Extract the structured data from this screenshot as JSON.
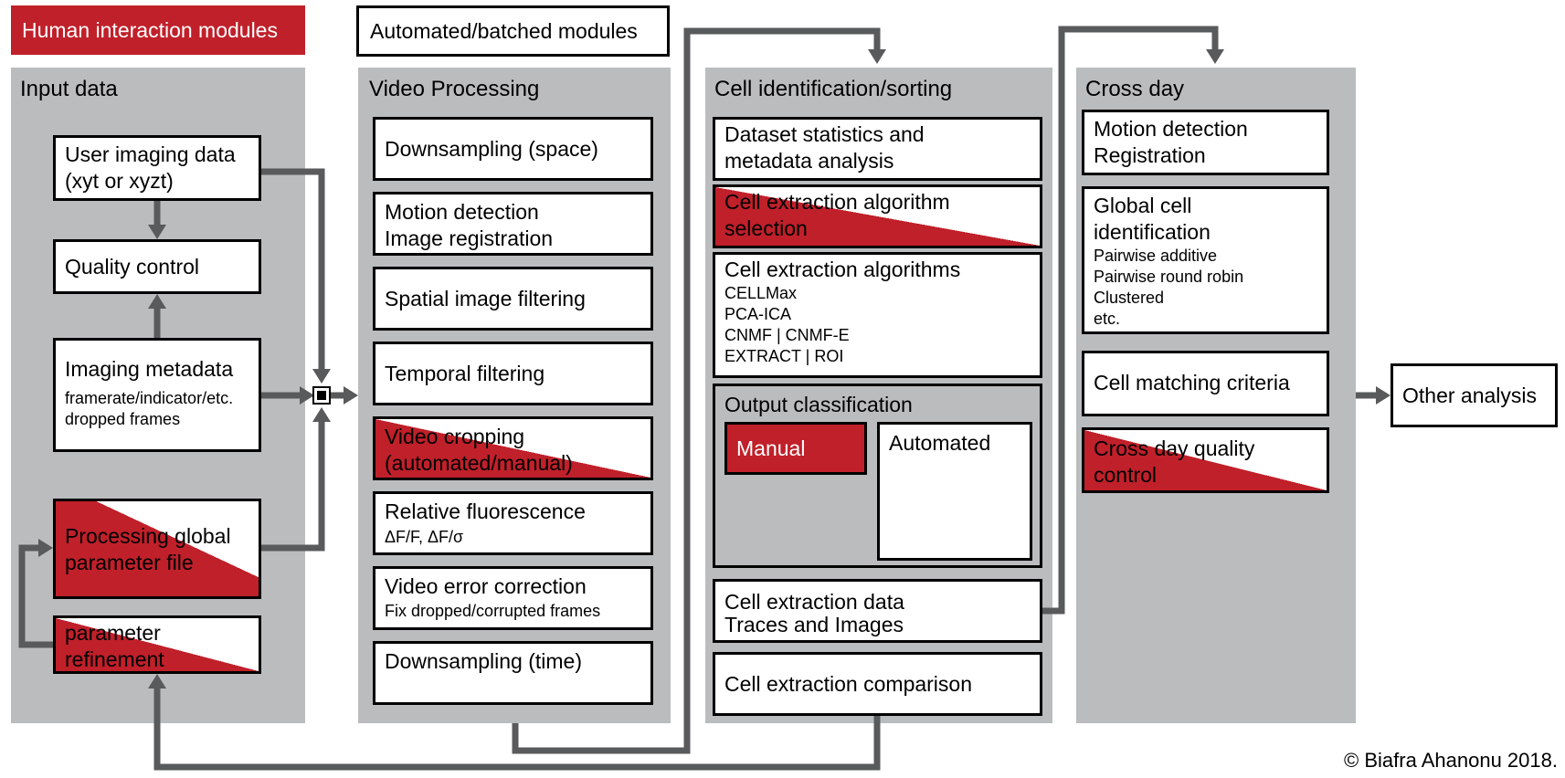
{
  "legend": {
    "human": "Human interaction modules",
    "automated": "Automated/batched modules"
  },
  "colors": {
    "accent_red": "#c0202a",
    "panel_gray": "#bbbcbe",
    "arrow_gray": "#595a5c"
  },
  "input_data": {
    "title": "Input data",
    "user_imaging": [
      "User imaging data",
      "(xyt or xyzt)"
    ],
    "quality_control": "Quality control",
    "imaging_metadata": {
      "title": "Imaging metadata",
      "sub": [
        "framerate/indicator/etc.",
        "dropped frames"
      ]
    },
    "global_param": [
      "Processing global",
      "parameter file"
    ],
    "param_refinement": [
      "parameter",
      "refinement"
    ]
  },
  "video_processing": {
    "title": "Video Processing",
    "downsampling_space": "Downsampling  (space)",
    "motion": [
      "Motion detection",
      "Image  registration"
    ],
    "spatial": "Spatial image  filtering",
    "temporal": "Temporal filtering",
    "cropping": [
      "Video cropping",
      "(automated/manual)"
    ],
    "relative_fluor": {
      "title": "Relative fluorescence",
      "sub": "ΔF/F, ΔF/σ"
    },
    "error_correction": {
      "title": "Video error correction",
      "sub": "Fix dropped/corrupted frames"
    },
    "downsampling_time": "Downsampling  (time)"
  },
  "cell_id": {
    "title": "Cell identification/sorting",
    "dataset_stats": [
      "Dataset statistics and",
      "metadata analysis"
    ],
    "algo_selection": [
      "Cell extraction algorithm",
      "selection"
    ],
    "algorithms": {
      "title": "Cell extraction algorithms",
      "items": [
        "CELLMax",
        "PCA-ICA",
        "CNMF | CNMF-E",
        "EXTRACT | ROI"
      ]
    },
    "output_class": {
      "title": "Output classification",
      "manual": "Manual",
      "automated": "Automated"
    },
    "extraction_data": [
      "Cell extraction data",
      "Traces and Images"
    ],
    "comparison": "Cell extraction comparison"
  },
  "cross_day": {
    "title": "Cross day",
    "motion": [
      "Motion detection",
      "Registration"
    ],
    "global_cell": {
      "title": [
        "Global cell",
        "identification"
      ],
      "items": [
        "Pairwise additive",
        "Pairwise round robin",
        "Clustered",
        "etc."
      ]
    },
    "matching": "Cell matching criteria",
    "quality": [
      "Cross day quality",
      "control"
    ]
  },
  "other_analysis": "Other analysis",
  "copyright": "© Biafra Ahanonu 2018."
}
